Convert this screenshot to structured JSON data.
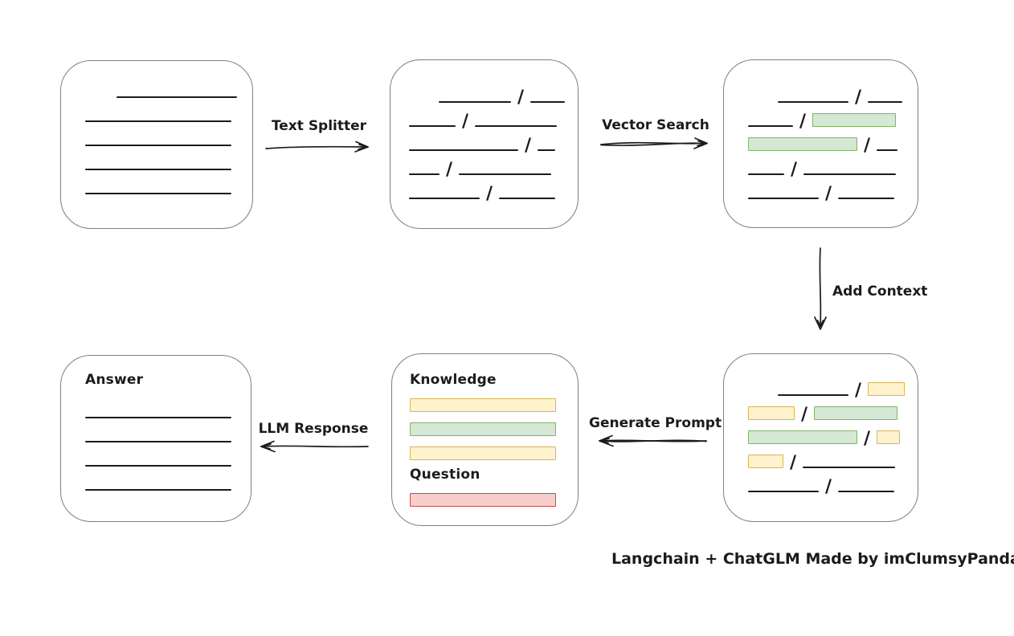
{
  "canvas": {
    "bg": "#ffffff"
  },
  "palette": {
    "stroke": "#1b1b1b",
    "box_border": "#7f7f7f",
    "green_fill": "#d5e8d4",
    "green_border": "#82b366",
    "yellow_fill": "#fff2cc",
    "yellow_border": "#d6b656",
    "red_fill": "#f8cecc",
    "red_border": "#b85450"
  },
  "labels": {
    "text_splitter": "Text Splitter",
    "vector_search": "Vector Search",
    "add_context": "Add Context",
    "generate_prompt": "Generate Prompt",
    "llm_response": "LLM Response",
    "knowledge": "Knowledge",
    "question": "Question",
    "answer": "Answer",
    "caption": "Langchain + ChatGLM Made by imClumsyPanda"
  },
  "document_box": {
    "rows": [
      [
        {
          "t": "indent",
          "w": 32
        },
        {
          "t": "line",
          "w": 150
        }
      ],
      [
        {
          "t": "line",
          "w": 182
        }
      ],
      [
        {
          "t": "line",
          "w": 182
        }
      ],
      [
        {
          "t": "line",
          "w": 182
        }
      ],
      [
        {
          "t": "line",
          "w": 182
        }
      ]
    ]
  },
  "split_box": {
    "rows": [
      [
        {
          "t": "indent",
          "w": 30
        },
        {
          "t": "line",
          "w": 90
        },
        {
          "t": "slash"
        },
        {
          "t": "line",
          "w": 43
        }
      ],
      [
        {
          "t": "line",
          "w": 58
        },
        {
          "t": "slash"
        },
        {
          "t": "line",
          "w": 102
        }
      ],
      [
        {
          "t": "line",
          "w": 136
        },
        {
          "t": "slash"
        },
        {
          "t": "line",
          "w": 22
        }
      ],
      [
        {
          "t": "line",
          "w": 38
        },
        {
          "t": "slash"
        },
        {
          "t": "line",
          "w": 115
        }
      ],
      [
        {
          "t": "line",
          "w": 88
        },
        {
          "t": "slash"
        },
        {
          "t": "line",
          "w": 70
        }
      ]
    ]
  },
  "vector_box": {
    "rows": [
      [
        {
          "t": "indent",
          "w": 30
        },
        {
          "t": "line",
          "w": 88
        },
        {
          "t": "slash"
        },
        {
          "t": "line",
          "w": 43
        }
      ],
      [
        {
          "t": "line",
          "w": 56
        },
        {
          "t": "slash"
        },
        {
          "t": "green",
          "w": 104
        }
      ],
      [
        {
          "t": "green",
          "w": 136
        },
        {
          "t": "slash"
        },
        {
          "t": "line",
          "w": 26
        }
      ],
      [
        {
          "t": "line",
          "w": 45
        },
        {
          "t": "slash"
        },
        {
          "t": "line",
          "w": 115
        }
      ],
      [
        {
          "t": "line",
          "w": 88
        },
        {
          "t": "slash"
        },
        {
          "t": "line",
          "w": 70
        }
      ]
    ]
  },
  "context_box": {
    "rows": [
      [
        {
          "t": "indent",
          "w": 30
        },
        {
          "t": "line",
          "w": 88
        },
        {
          "t": "slash"
        },
        {
          "t": "yellow",
          "w": 46
        }
      ],
      [
        {
          "t": "yellow",
          "w": 58
        },
        {
          "t": "slash"
        },
        {
          "t": "green",
          "w": 104
        }
      ],
      [
        {
          "t": "green",
          "w": 136
        },
        {
          "t": "slash"
        },
        {
          "t": "yellow",
          "w": 29
        }
      ],
      [
        {
          "t": "yellow",
          "w": 44
        },
        {
          "t": "slash"
        },
        {
          "t": "line",
          "w": 115
        }
      ],
      [
        {
          "t": "line",
          "w": 88
        },
        {
          "t": "slash"
        },
        {
          "t": "line",
          "w": 70
        }
      ]
    ]
  },
  "prompt_box": {
    "knowledge_bars": [
      [
        {
          "t": "yellow",
          "w": 182
        }
      ],
      [
        {
          "t": "green",
          "w": 182
        }
      ],
      [
        {
          "t": "yellow",
          "w": 182
        }
      ]
    ],
    "question_bars": [
      [
        {
          "t": "red",
          "w": 182
        }
      ]
    ]
  },
  "answer_box": {
    "rows": [
      [
        {
          "t": "line",
          "w": 182
        }
      ],
      [
        {
          "t": "line",
          "w": 182
        }
      ],
      [
        {
          "t": "line",
          "w": 182
        }
      ],
      [
        {
          "t": "line",
          "w": 182
        }
      ]
    ]
  }
}
